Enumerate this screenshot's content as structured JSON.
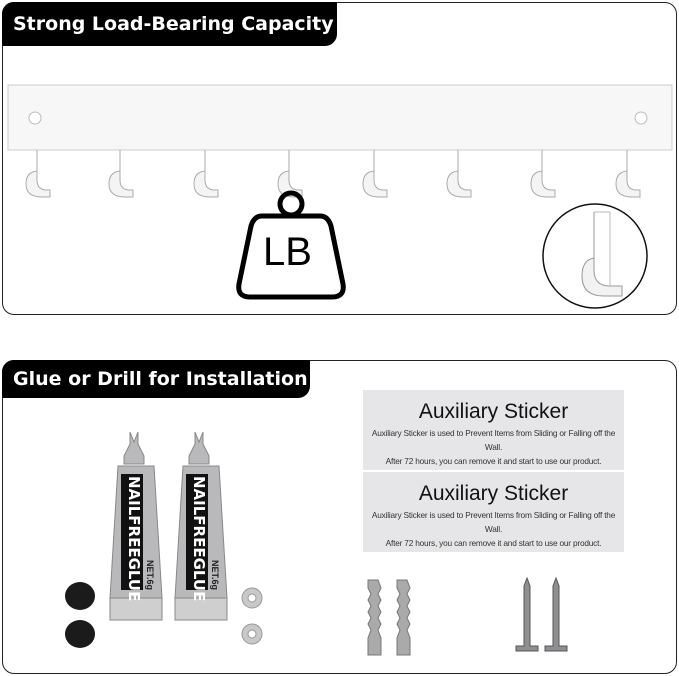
{
  "section1": {
    "title": "Strong Load-Bearing Capacity",
    "weight_label": "LB"
  },
  "section2": {
    "title": "Glue or Drill for Installation",
    "glue_tubes": [
      {
        "brand": "NAILFREEGLUE",
        "net": "NET.6g"
      },
      {
        "brand": "NAILFREEGLUE",
        "net": "NET.6g"
      }
    ],
    "stickers": [
      {
        "title": "Auxiliary Sticker",
        "line1": "Auxiliary Sticker is used to Prevent Items from Sliding or Falling off the Wall.",
        "line2": "After 72 hours, you can remove it and start to use our product."
      },
      {
        "title": "Auxiliary Sticker",
        "line1": "Auxiliary Sticker is used to Prevent Items from Sliding or Falling off the Wall.",
        "line2": "After 72 hours, you can remove it and start to use our product."
      }
    ]
  }
}
